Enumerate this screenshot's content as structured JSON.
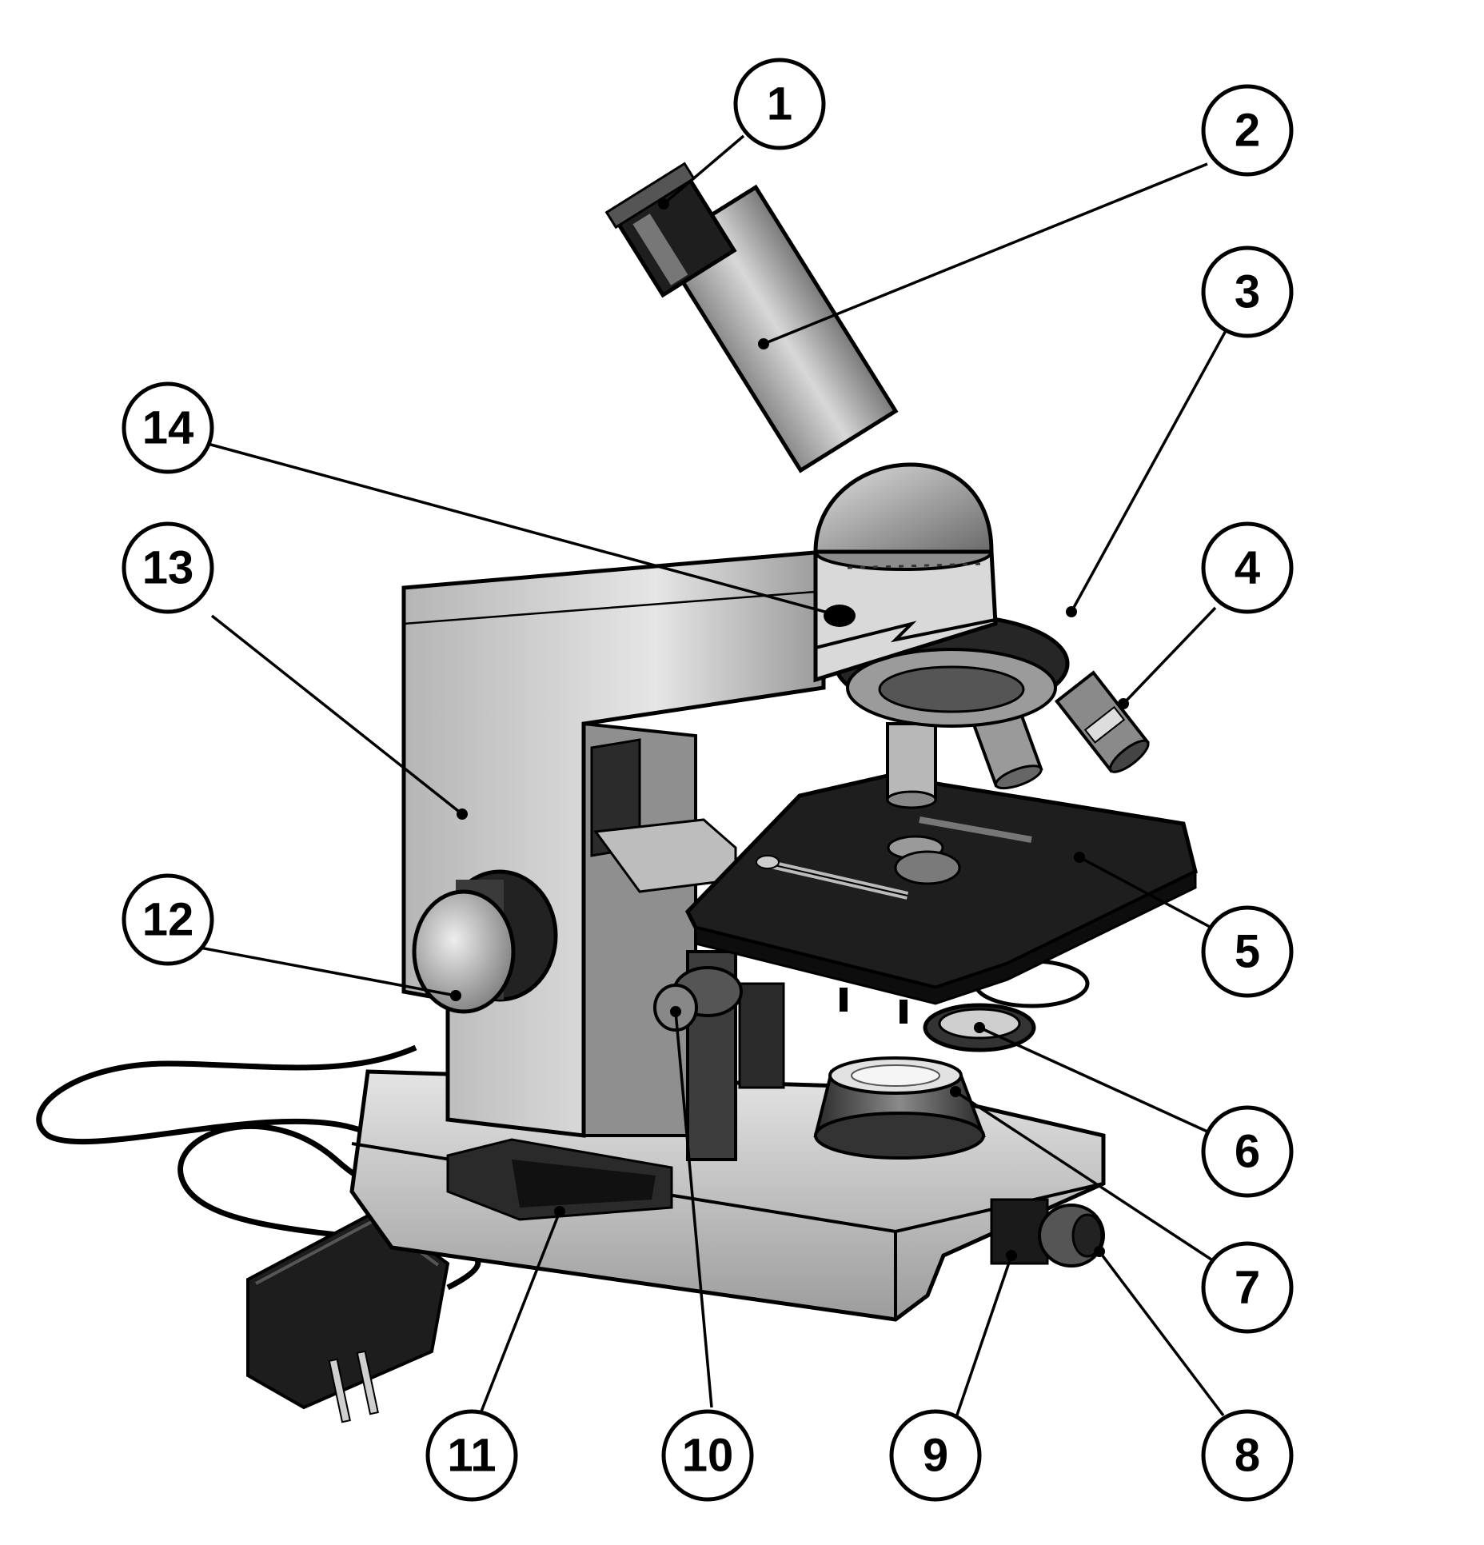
{
  "callouts": [
    "1",
    "2",
    "3",
    "4",
    "5",
    "6",
    "7",
    "8",
    "9",
    "10",
    "11",
    "12",
    "13",
    "14"
  ],
  "colors": {
    "ink": "#000000",
    "dark": "#1a1a1a",
    "mid": "#6e6e6e",
    "light": "#c9c9c9",
    "paper": "#ffffff"
  }
}
